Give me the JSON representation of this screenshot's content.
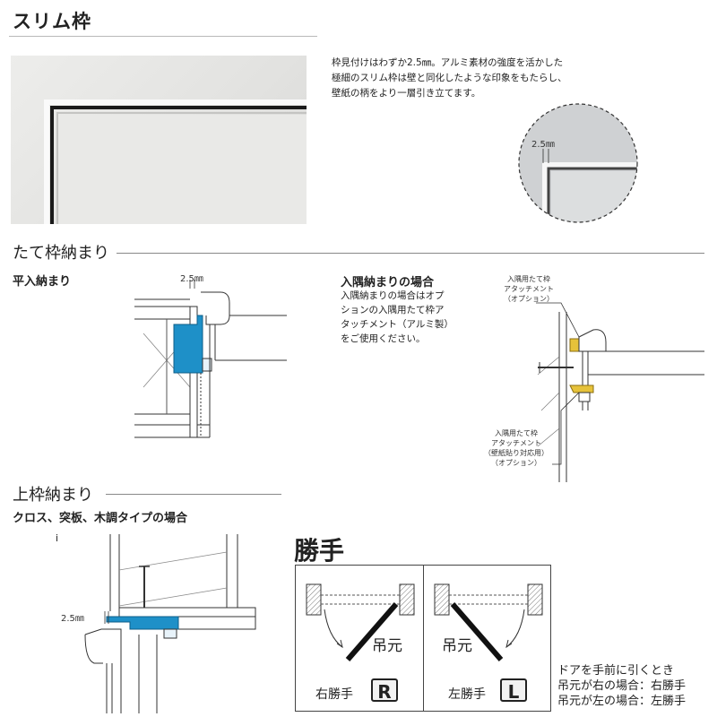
{
  "slim": {
    "title": "スリム枠",
    "description": [
      "枠見付けはわずか2.5㎜。アルミ素材の強度を活かした",
      "極細のスリム枠は壁と同化したような印象をもたらし、",
      "壁紙の柄をより一層引き立てます。"
    ],
    "zoom_dim": "2.5㎜"
  },
  "vertical": {
    "title": "たて枠納まり",
    "flush_label": "平入納まり",
    "dim": "2.5㎜",
    "corner_title": "入隅納まりの場合",
    "corner_desc": [
      "入隅納まりの場合はオプ",
      "ションの入隅用たて枠ア",
      "タッチメント（アルミ製）",
      "をご使用ください。"
    ],
    "callout_top": [
      "入隅用たて枠",
      "アタッチメント",
      "（オプション）"
    ],
    "callout_bottom": [
      "入隅用たて枠",
      "アタッチメント",
      "（壁紙貼り対応用）",
      "（オプション）"
    ]
  },
  "top": {
    "title": "上枠納まり",
    "subtitle": "クロス、突板、木調タイプの場合",
    "marker": "i",
    "dim": "2.5㎜"
  },
  "katte": {
    "title": "勝手",
    "right": {
      "hinge": "吊元",
      "label": "右勝手",
      "badge": "R"
    },
    "left": {
      "hinge": "吊元",
      "label": "左勝手",
      "badge": "L"
    },
    "explain": [
      "ドアを手前に引くとき",
      "吊元が右の場合：右勝手",
      "吊元が左の場合：左勝手"
    ]
  },
  "colors": {
    "aluminum_blue": "#1e90c8",
    "attachment_yellow": "#e6c23a",
    "line": "#333333"
  }
}
